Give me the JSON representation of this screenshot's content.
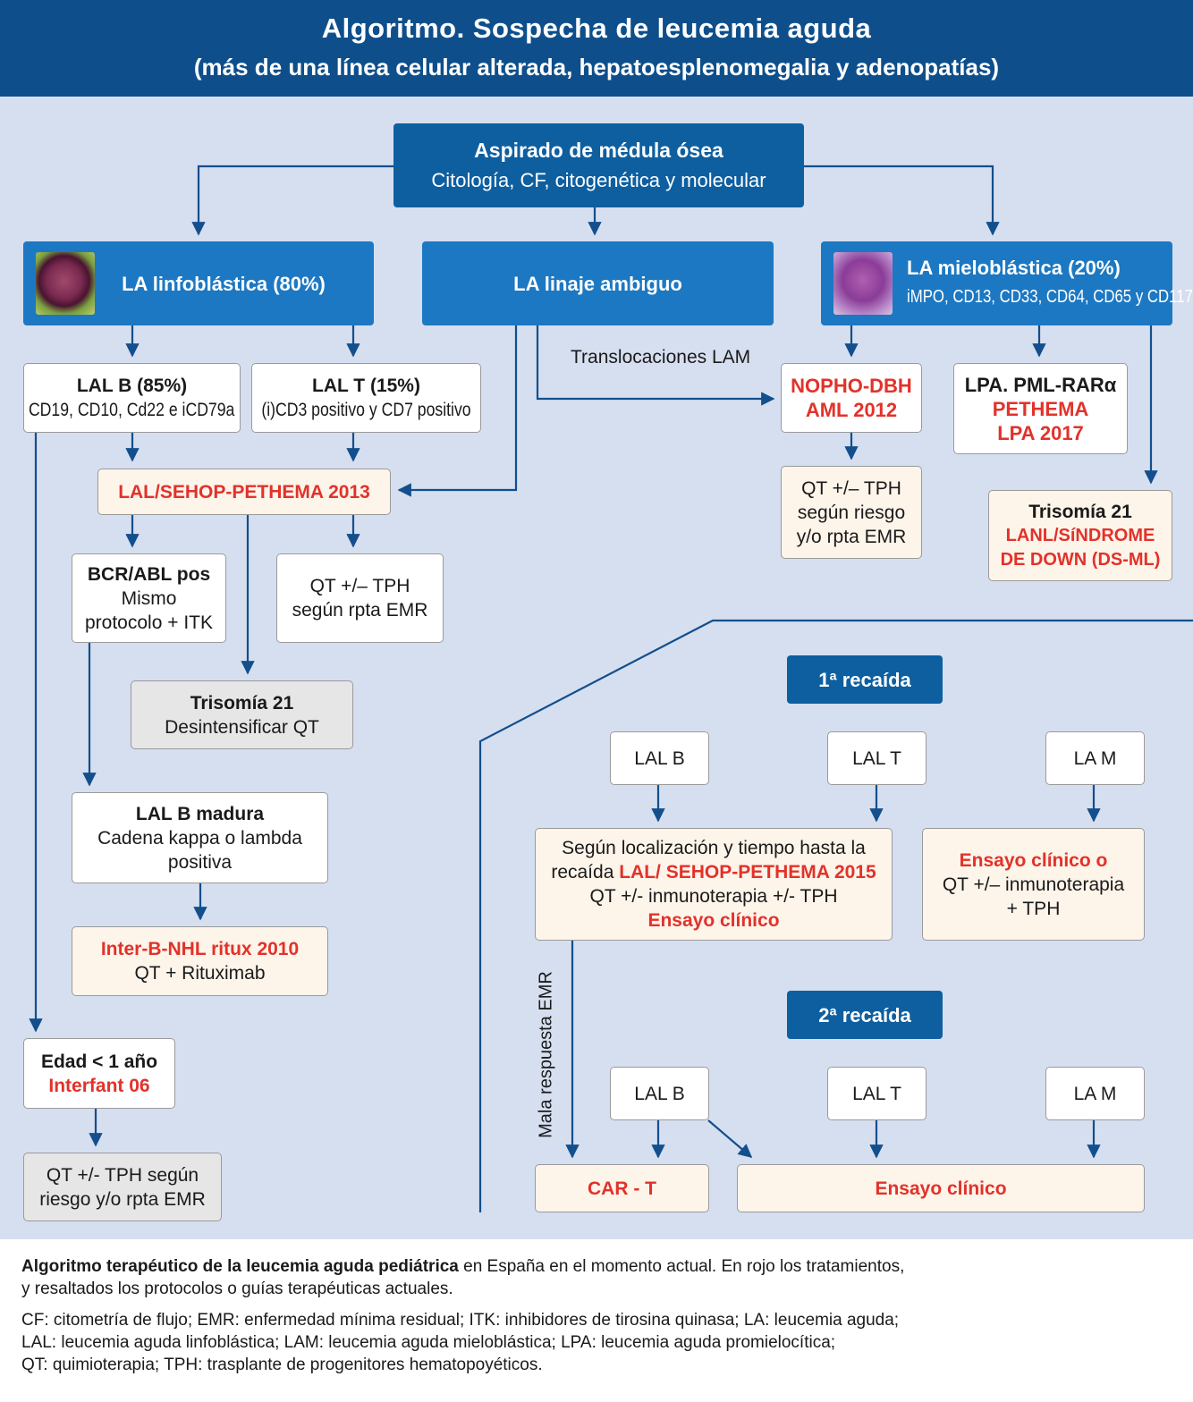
{
  "header": {
    "title": "Algoritmo.  Sospecha de leucemia aguda",
    "subtitle": "(más de una línea celular alterada, hepatoesplenomegalia y adenopatías)"
  },
  "top": {
    "title": "Aspirado de médula ósea",
    "subtitle": "Citología, CF, citogenética y molecular"
  },
  "la_linfo": "LA linfoblástica (80%)",
  "la_ambiguo": "LA linaje ambiguo",
  "la_mielo": {
    "title": "LA mieloblástica (20%)",
    "markers": "iMPO, CD13, CD33, CD64, CD65 y CD117"
  },
  "translocaciones": "Translocaciones LAM",
  "lal_b": {
    "title": "LAL B (85%)",
    "markers": "CD19, CD10, Cd22 e iCD79a"
  },
  "lal_t": {
    "title": "LAL T (15%)",
    "markers": "(i)CD3 positivo y CD7 positivo"
  },
  "nopho": {
    "line1": "NOPHO-DBH",
    "line2": "AML 2012"
  },
  "lpa": {
    "title": "LPA. PML-RARα",
    "line2": "PETHEMA",
    "line3": "LPA 2017"
  },
  "sehop": "LAL/SEHOP-PETHEMA 2013",
  "qt_nopho": {
    "line1": "QT +/– TPH",
    "line2": "según riesgo",
    "line3": "y/o rpta EMR"
  },
  "trisomia_m": {
    "title": "Trisomía 21",
    "line2": "LANL/SíNDROME",
    "line3": "DE DOWN (DS-ML)"
  },
  "bcr": {
    "title": "BCR/ABL pos",
    "line2": "Mismo",
    "line3": "protocolo + ITK"
  },
  "qt_sehop": {
    "line1": "QT +/– TPH",
    "line2": "según rpta EMR"
  },
  "trisomia_l": {
    "title": "Trisomía 21",
    "line2": "Desintensificar QT"
  },
  "lal_b_madura": {
    "title": "LAL B madura",
    "line2": "Cadena kappa o lambda",
    "line3": "positiva"
  },
  "inter_b": {
    "title": "Inter-B-NHL ritux 2010",
    "line2": "QT + Rituximab"
  },
  "edad": {
    "title": "Edad < 1 año",
    "line2": "Interfant 06"
  },
  "qt_edad": {
    "line1": "QT +/- TPH según",
    "line2": "riesgo y/o rpta EMR"
  },
  "recaida1": {
    "label": "1ª recaída",
    "lal_b": "LAL B",
    "lal_t": "LAL T",
    "la_m": "LA M",
    "box_l1": "Según localización y tiempo hasta la",
    "box_l2a": "recaída ",
    "box_l2b": "LAL/ SEHOP-PETHEMA 2015",
    "box_l3": "QT +/- inmunoterapia +/- TPH",
    "box_l4": "Ensayo clínico",
    "ensayo_t": "Ensayo clínico o",
    "ensayo_l2": "QT +/– inmunoterapia",
    "ensayo_l3": "+ TPH"
  },
  "mala": "Mala respuesta  EMR",
  "recaida2": {
    "label": "2ª recaída",
    "lal_b": "LAL B",
    "lal_t": "LAL T",
    "la_m": "LA M",
    "cart": "CAR - T",
    "ensayo": "Ensayo clínico"
  },
  "caption": {
    "bold": "Algoritmo terapéutico de la leucemia aguda pediátrica",
    "rest": " en España en el momento actual. En rojo los tratamientos,",
    "line2": "y resaltados los protocolos o guías terapéuticas actuales.",
    "abbr1": "CF: citometría de flujo;  EMR: enfermedad mínima residual;  ITK: inhibidores de tirosina quinasa;  LA: leucemia aguda;",
    "abbr2": "LAL: leucemia aguda linfoblástica;  LAM: leucemia aguda mieloblástica;  LPA: leucemia aguda promielocítica;",
    "abbr3": "QT: quimioterapia;  TPH: trasplante de progenitores hematopoyéticos."
  },
  "colors": {
    "header": "#0e4f8b",
    "panel": "#d6dff0",
    "box_blue": "#1c78c2",
    "arrow": "#134f8c",
    "red_text": "#e2322a",
    "cream": "#fdf4ea"
  }
}
